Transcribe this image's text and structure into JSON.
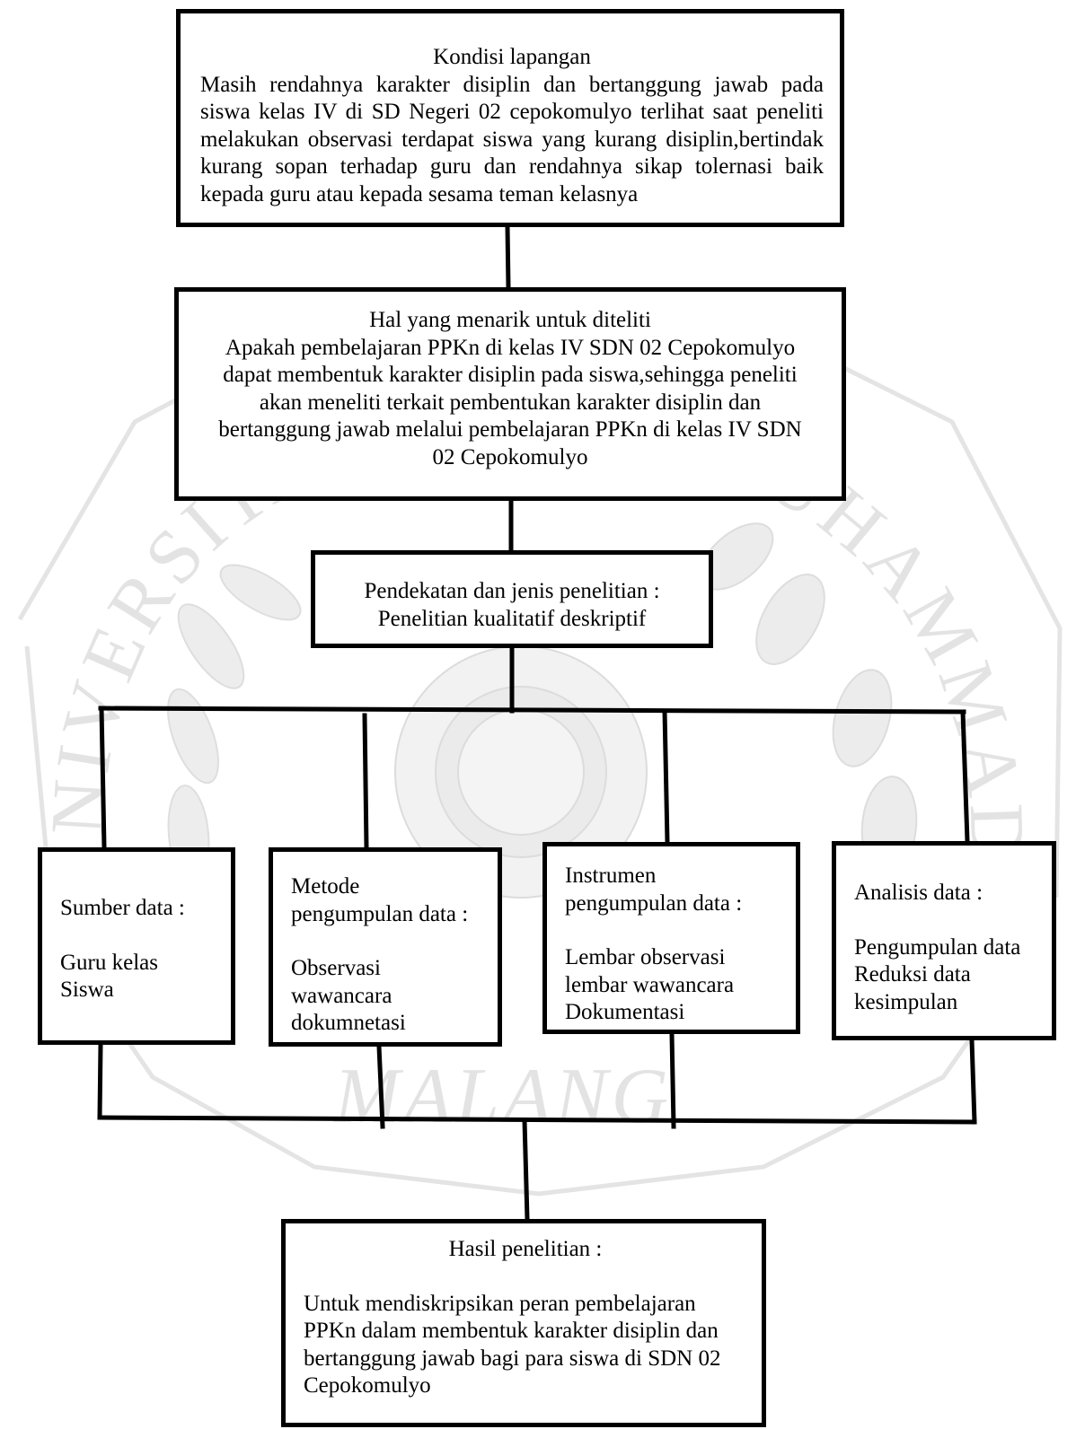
{
  "watermark": {
    "arc_text_left": "UNIVERSITAS",
    "arc_text_right": "MUHAMMADIYAH",
    "city": "MALANG"
  },
  "kondisi": {
    "title": "Kondisi lapangan",
    "lines": [
      "Masih rendahnya karakter disiplin dan bertanggung jawab pada",
      "siswa kelas IV di SD Negeri 02 cepokomulyo terlihat saat peneliti",
      "melakukan observasi terdapat siswa yang kurang disiplin,bertindak",
      "kurang sopan terhadap guru dan rendahnya sikap tolernasi baik",
      "kepada guru atau kepada sesama teman kelasnya"
    ]
  },
  "menarik": {
    "title": "Hal yang menarik untuk diteliti",
    "lines": [
      "Apakah pembelajaran PPKn di kelas IV SDN 02 Cepokomulyo",
      "dapat membentuk karakter disiplin pada siswa,sehingga peneliti",
      "akan meneliti terkait pembentukan karakter disiplin dan",
      "bertanggung jawab melalui pembelajaran PPKn di kelas IV SDN",
      "02 Cepokomulyo"
    ]
  },
  "pendekatan": {
    "title": "Pendekatan dan jenis penelitian :",
    "value": "Penelitian kualitatif deskriptif"
  },
  "sumber": {
    "title": "Sumber data :",
    "items": [
      "Guru kelas",
      "Siswa"
    ]
  },
  "metode": {
    "title_lines": [
      "Metode",
      "pengumpulan data :"
    ],
    "items": [
      "Observasi",
      "wawancara",
      "dokumnetasi"
    ]
  },
  "instrumen": {
    "title_lines": [
      "Instrumen",
      "pengumpulan data :"
    ],
    "items": [
      "Lembar observasi",
      "lembar wawancara",
      "Dokumentasi"
    ]
  },
  "analisis": {
    "title": "Analisis data :",
    "items": [
      "Pengumpulan data",
      "Reduksi data",
      "kesimpulan"
    ]
  },
  "hasil": {
    "title": "Hasil penelitian :",
    "lines": [
      "Untuk mendiskripsikan peran pembelajaran",
      "PPKn dalam membentuk karakter disiplin dan",
      "bertanggung jawab bagi para siswa di SDN 02",
      "Cepokomulyo"
    ]
  }
}
